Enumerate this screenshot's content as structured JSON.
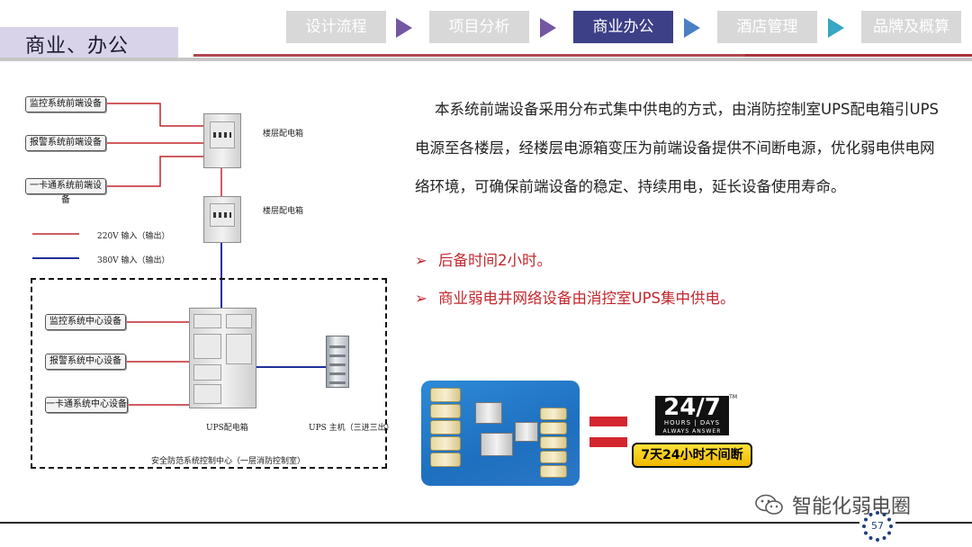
{
  "header": {
    "title": "商业、办公",
    "steps": [
      {
        "label": "设计流程",
        "active": false
      },
      {
        "label": "项目分析",
        "active": false
      },
      {
        "label": "商业办公",
        "active": true
      },
      {
        "label": "酒店管理",
        "active": false
      },
      {
        "label": "品牌及概算",
        "active": false
      }
    ],
    "colors": {
      "active_step": "#3d3f87",
      "inactive_step": "#d8d8d8",
      "accent_red": "#b0474e"
    }
  },
  "diagram": {
    "front_devices": [
      "监控系统前端设备",
      "报警系统前端设备",
      "一卡通系统前端设备"
    ],
    "floor_box_labels": [
      "楼层配电箱",
      "楼层配电箱"
    ],
    "legend": [
      {
        "label": "220V 输入（输出）",
        "color": "#c0272d"
      },
      {
        "label": "380V 输入（输出）",
        "color": "#1f2f9a"
      }
    ],
    "center_devices": [
      "监控系统中心设备",
      "报警系统中心设备",
      "一卡通系统中心设备"
    ],
    "ups_box_label": "UPS配电箱",
    "ups_host_label": "UPS 主机（三进三出）",
    "control_center_label": "安全防范系统控制中心（一层消防控制室）"
  },
  "content": {
    "paragraph": "本系统前端设备采用分布式集中供电的方式，由消防控制室UPS配电箱引UPS电源至各楼层，经楼层电源箱变压为前端设备提供不间断电源，优化弱电供电网络环境，可确保前端设备的稳定、持续用电，延长设备使用寿命。",
    "bullets": [
      "后备时间2小时。",
      "商业弱电井网络设备由消控室UPS集中供电。"
    ]
  },
  "images": {
    "badge_247_main": "24/7",
    "badge_247_sub": "HOURS | DAYS",
    "badge_247_tag": "ALWAYS ANSWER",
    "badge_247_tm": "TM",
    "badge_cn": "7天24小时不间断"
  },
  "footer": {
    "watermark": "智能化弱电圈",
    "page_number": "57"
  }
}
